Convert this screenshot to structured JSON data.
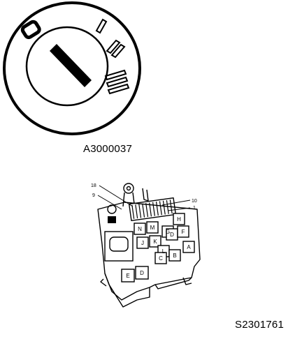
{
  "figure1": {
    "caption": "A3000037",
    "positions": [
      "0",
      "I",
      "II",
      "III"
    ]
  },
  "figure2": {
    "caption": "S2301761",
    "callouts": [
      "18",
      "9",
      "10",
      "1"
    ],
    "relay_labels": [
      "N",
      "M",
      "G",
      "H",
      "J",
      "K",
      "L",
      "D",
      "F",
      "C",
      "B",
      "A",
      "E",
      "D"
    ]
  },
  "colors": {
    "ink": "#000000",
    "paper": "#ffffff"
  }
}
